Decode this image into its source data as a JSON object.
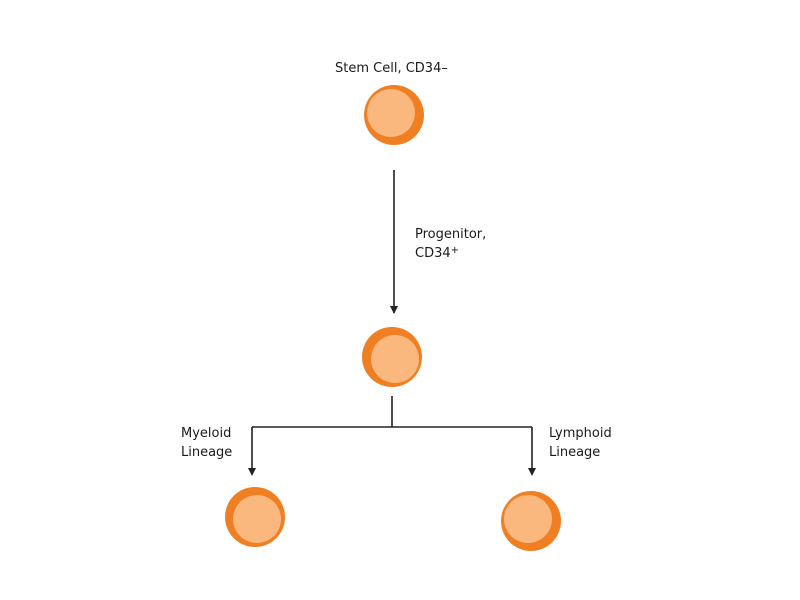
{
  "diagram": {
    "title": "Hematopoietic lineage",
    "colors": {
      "cell_outer": "#F07F24",
      "cell_inner": "#FAB87E",
      "line": "#222222",
      "text": "#1a1a1a"
    },
    "nodes": {
      "stem": {
        "label": "Stem Cell, CD34–"
      },
      "progenitor": {
        "label_line1": "Progenitor,",
        "label_line2": "CD34",
        "label_sup": "+"
      },
      "myeloid": {
        "label_line1": "Myeloid",
        "label_line2": "Lineage"
      },
      "lymphoid": {
        "label_line1": "Lymphoid",
        "label_line2": "Lineage"
      }
    },
    "edges": [
      {
        "from": "stem",
        "to": "progenitor"
      },
      {
        "from": "progenitor",
        "to": "myeloid"
      },
      {
        "from": "progenitor",
        "to": "lymphoid"
      }
    ]
  }
}
